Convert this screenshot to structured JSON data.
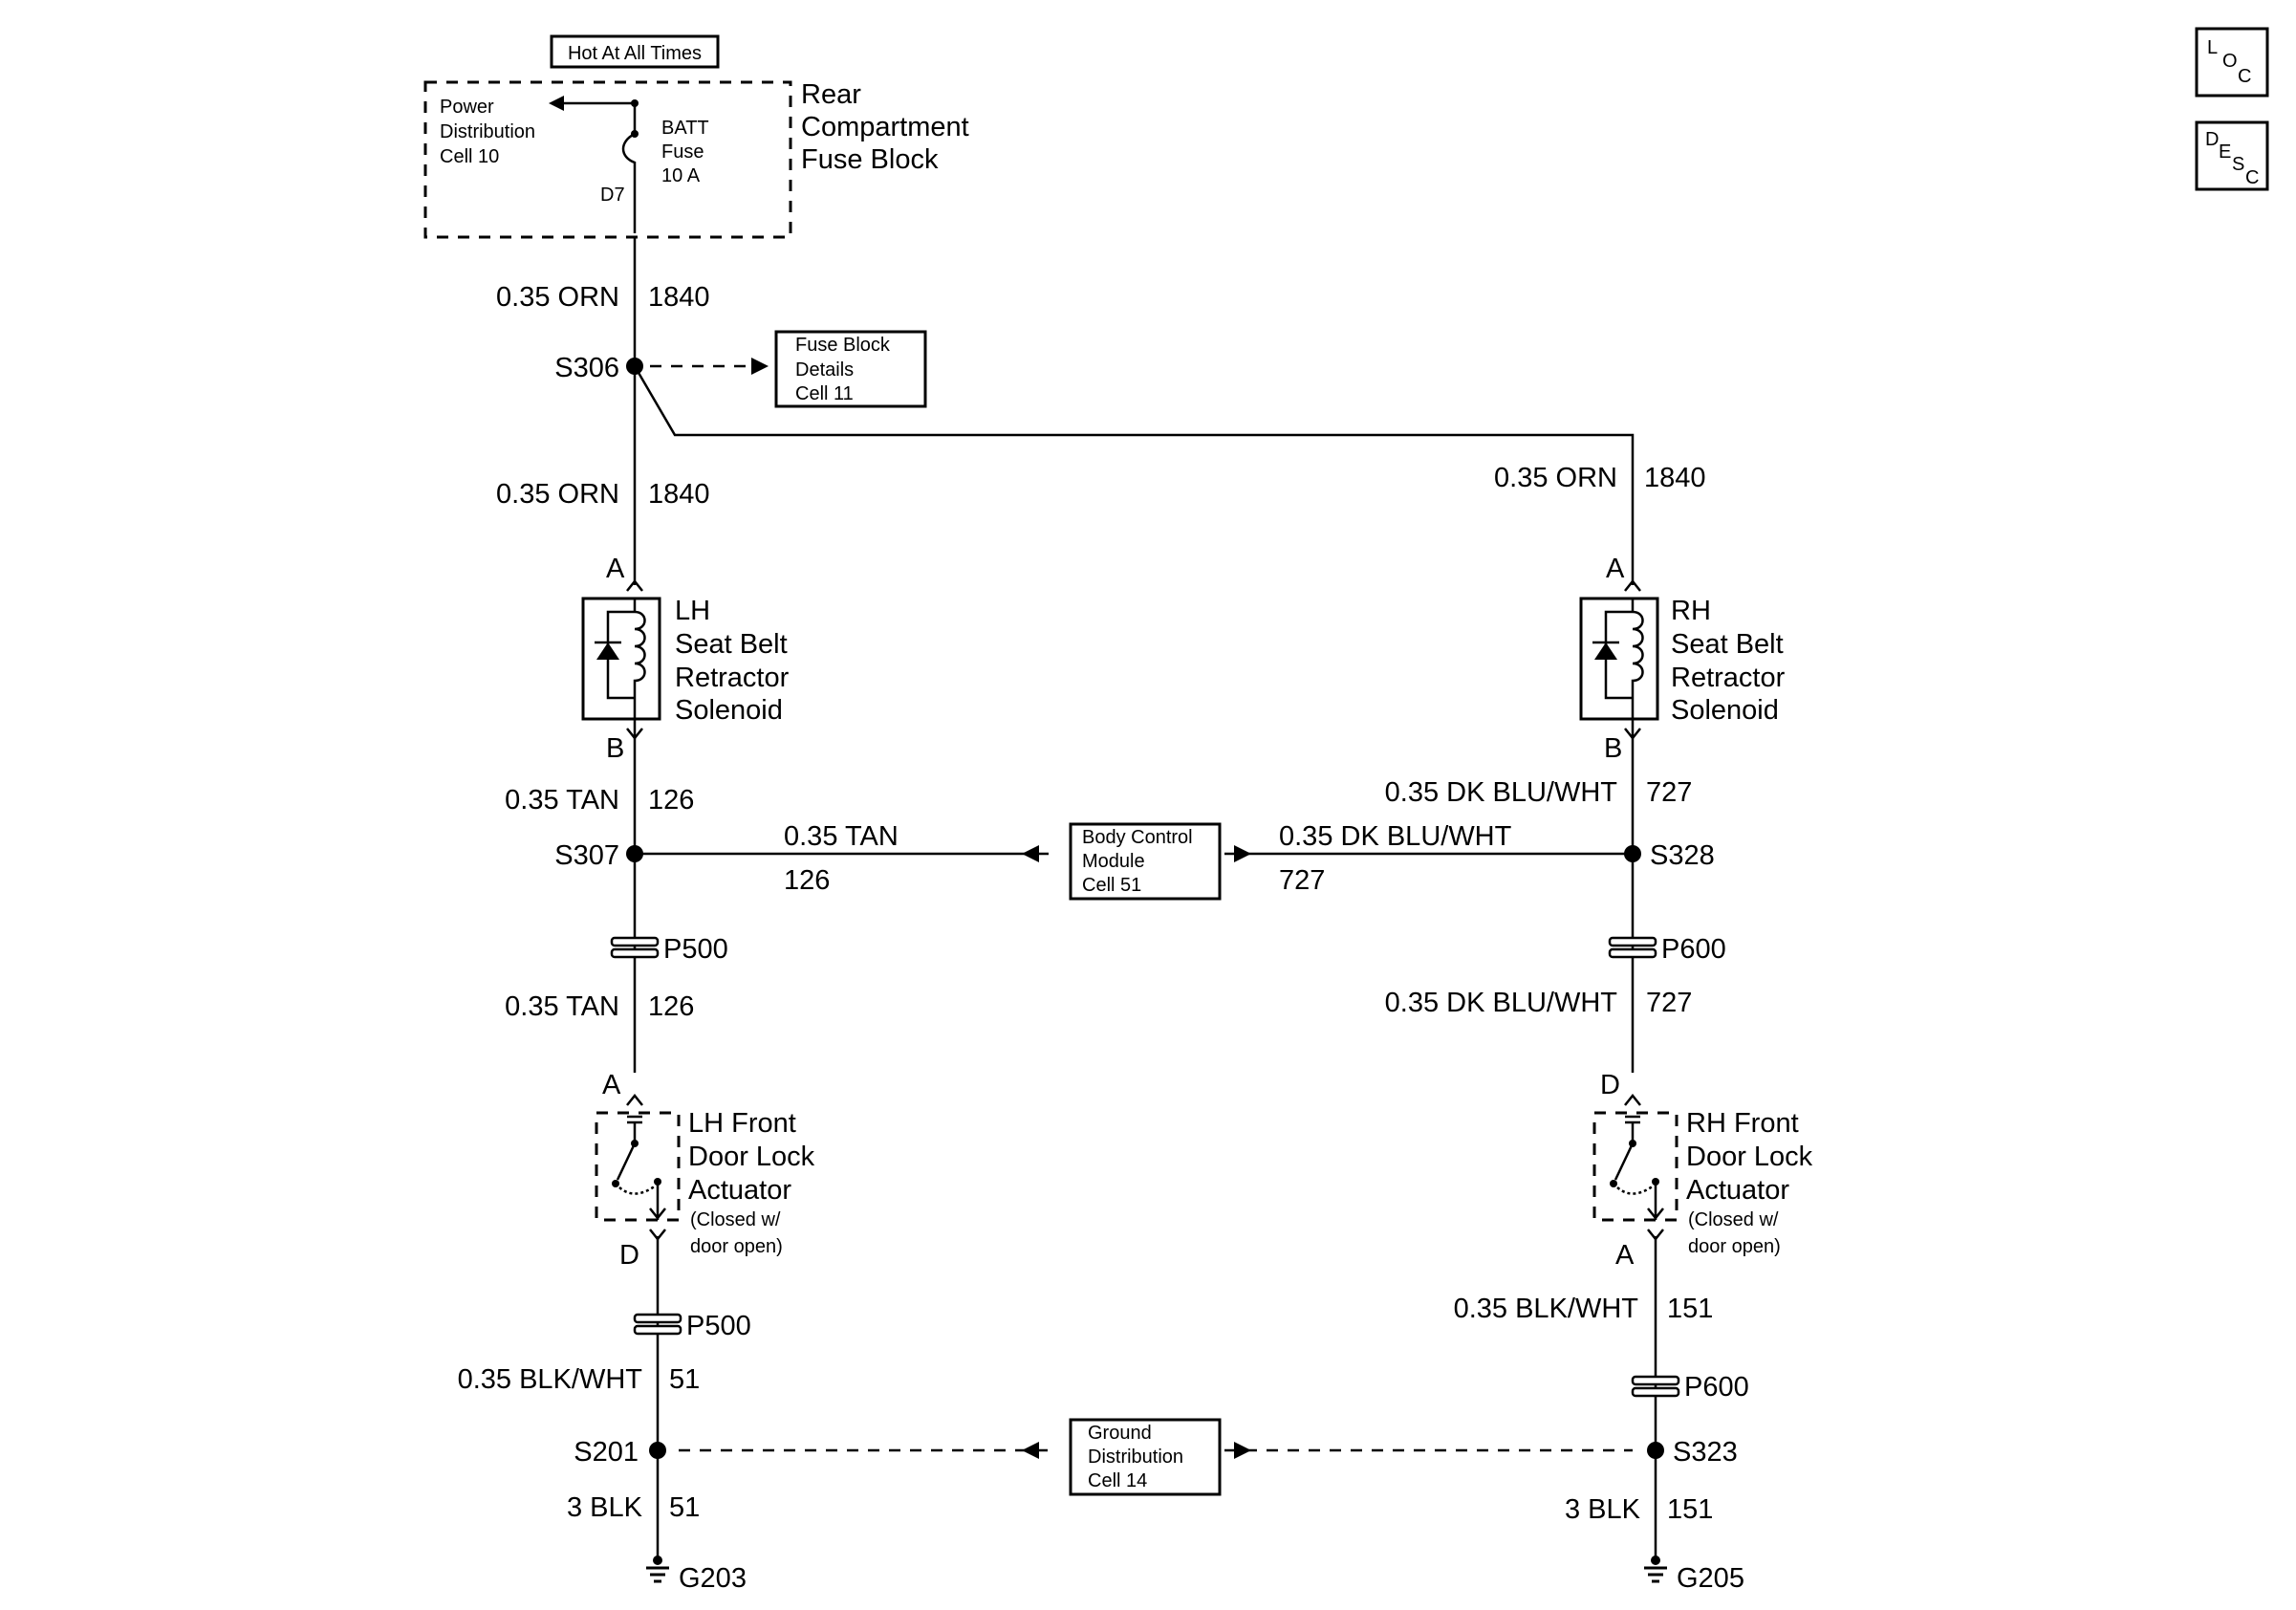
{
  "fuse_block": {
    "hot_label": "Hot At All Times",
    "pdc": [
      "Power",
      "Distribution",
      "Cell 10"
    ],
    "fuse": [
      "BATT",
      "Fuse",
      "10 A"
    ],
    "cavity": "D7",
    "title": [
      "Rear",
      "Compartment",
      "Fuse Block"
    ]
  },
  "wires": {
    "orn_top": {
      "gauge": "0.35 ORN",
      "circuit": "1840"
    },
    "orn_mid": {
      "gauge": "0.35 ORN",
      "circuit": "1840"
    },
    "orn_right": {
      "gauge": "0.35 ORN",
      "circuit": "1840"
    },
    "tan_lh_upper": {
      "gauge": "0.35 TAN",
      "circuit": "126"
    },
    "tan_horiz": {
      "gauge": "0.35 TAN",
      "circuit": "126"
    },
    "tan_lh_lower": {
      "gauge": "0.35 TAN",
      "circuit": "126"
    },
    "blu_rh_upper": {
      "gauge": "0.35 DK BLU/WHT",
      "circuit": "727"
    },
    "blu_horiz": {
      "gauge": "0.35 DK BLU/WHT",
      "circuit": "727"
    },
    "blu_rh_lower": {
      "gauge": "0.35 DK BLU/WHT",
      "circuit": "727"
    },
    "blk_wht_lh": {
      "gauge": "0.35 BLK/WHT",
      "circuit": "51"
    },
    "blk_wht_rh": {
      "gauge": "0.35 BLK/WHT",
      "circuit": "151"
    },
    "blk_lh": {
      "gauge": "3 BLK",
      "circuit": "51"
    },
    "blk_rh": {
      "gauge": "3 BLK",
      "circuit": "151"
    }
  },
  "splices": {
    "s306": "S306",
    "s307": "S307",
    "s328": "S328",
    "s201": "S201",
    "s323": "S323"
  },
  "connectors": {
    "p500_a": "P500",
    "p500_b": "P500",
    "p600_a": "P600",
    "p600_b": "P600"
  },
  "grounds": {
    "g203": "G203",
    "g205": "G205"
  },
  "refs": {
    "fuse_details": [
      "Fuse Block",
      "Details",
      "Cell 11"
    ],
    "bcm": [
      "Body Control",
      "Module",
      "Cell 51"
    ],
    "ground_dist": [
      "Ground",
      "Distribution",
      "Cell 14"
    ]
  },
  "components": {
    "lh_solenoid": {
      "lines": [
        "LH",
        "Seat Belt",
        "Retractor",
        "Solenoid"
      ],
      "pin_top": "A",
      "pin_bot": "B"
    },
    "rh_solenoid": {
      "lines": [
        "RH",
        "Seat Belt",
        "Retractor",
        "Solenoid"
      ],
      "pin_top": "A",
      "pin_bot": "B"
    },
    "lh_actuator": {
      "lines": [
        "LH Front",
        "Door Lock",
        "Actuator"
      ],
      "note": [
        "(Closed w/",
        "door open)"
      ],
      "pin_top": "A",
      "pin_bot": "D"
    },
    "rh_actuator": {
      "lines": [
        "RH Front",
        "Door Lock",
        "Actuator"
      ],
      "note": [
        "(Closed w/",
        "door open)"
      ],
      "pin_top": "D",
      "pin_bot": "A"
    }
  },
  "nav": {
    "loc": {
      "letters": [
        "L",
        "O",
        "C"
      ]
    },
    "desc": {
      "letters": [
        "D",
        "E",
        "S",
        "C"
      ]
    }
  }
}
